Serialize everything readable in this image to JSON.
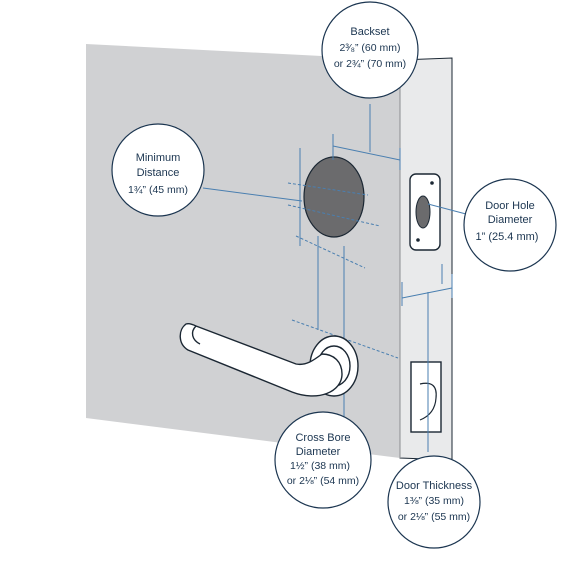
{
  "callouts": {
    "backset": {
      "title": "Backset",
      "lines": [
        "2³⁄₈” (60 mm)",
        "or 2¾” (70 mm)"
      ]
    },
    "minimum_distance": {
      "title_lines": [
        "Minimum",
        "Distance"
      ],
      "value": "1¾” (45 mm)"
    },
    "door_hole_diameter": {
      "title_lines": [
        "Door Hole",
        "Diameter"
      ],
      "value": "1” (25.4 mm)"
    },
    "cross_bore_diameter": {
      "title_lines": [
        "Cross Bore",
        "Diameter"
      ],
      "lines": [
        "1½” (38 mm)",
        "or 2⅛” (54 mm)"
      ]
    },
    "door_thickness": {
      "title": "Door Thickness",
      "lines": [
        "1⅜” (35 mm)",
        "or 2⅛” (55 mm)"
      ]
    }
  },
  "colors": {
    "door_face": "#d0d1d3",
    "door_edge": "#e9eaeb",
    "outline": "#1b2733",
    "dimension_line": "#4a7fb0",
    "callout_border": "#1b3550",
    "callout_text": "#1b3550",
    "bore_hole": "#6b6b6d"
  }
}
